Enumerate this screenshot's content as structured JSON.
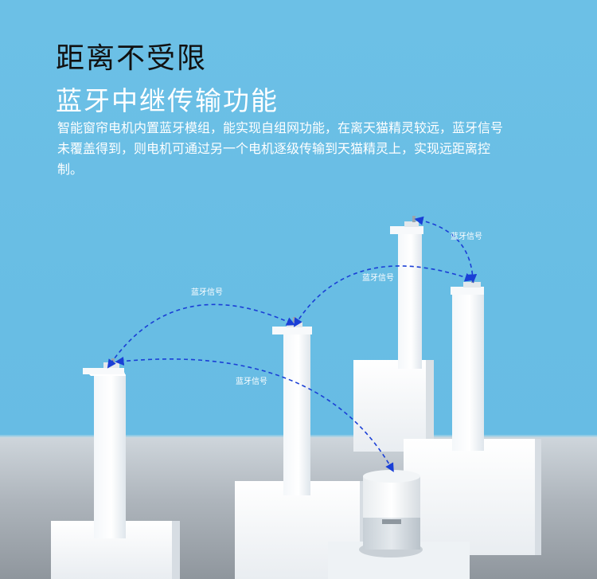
{
  "header": {
    "title": "距离不受限",
    "subtitle": "蓝牙中继传输功能",
    "description": "智能窗帘电机内置蓝牙模组，能实现自组网功能，在离天猫精灵较远，蓝牙信号未覆盖得到，则电机可通过另一个电机逐级传输到天猫精灵上，实现远距离控制。"
  },
  "signal_labels": [
    "蓝牙信号",
    "蓝牙信号",
    "蓝牙信号",
    "蓝牙信号"
  ],
  "colors": {
    "background": "#69bde4",
    "signal_arrow": "#1a3fd6",
    "title": "#111111",
    "subtitle": "#ffffff"
  }
}
